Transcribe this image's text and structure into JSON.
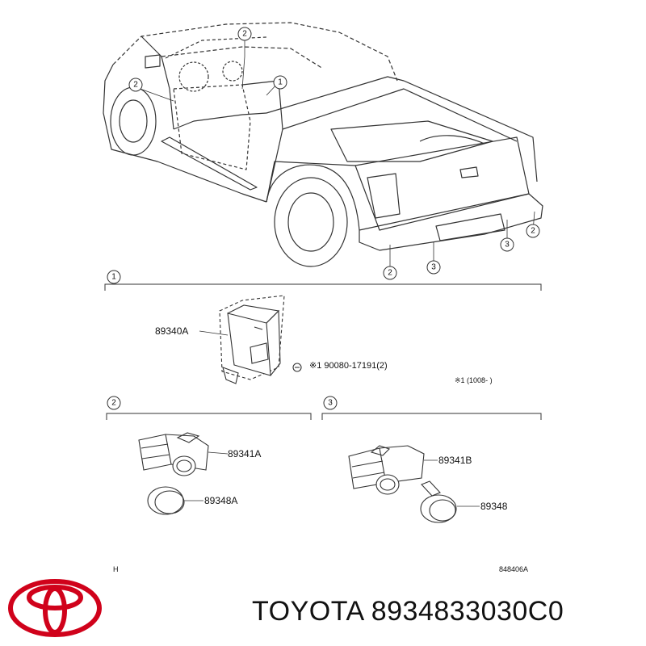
{
  "callouts": [
    "1",
    "2",
    "3"
  ],
  "sections": [
    {
      "number": "1"
    },
    {
      "number": "2"
    },
    {
      "number": "3"
    }
  ],
  "parts": {
    "computer": "89340A",
    "bolt": "※1 90080-17191(2)",
    "bolt_note": "※1 (1008-      )",
    "sensor_a": "89341A",
    "retainer_a": "89348A",
    "sensor_b": "89341B",
    "retainer_b": "89348"
  },
  "footer": {
    "left_mark": "H",
    "ref_code": "848406A"
  },
  "brand": {
    "logo": "toyota-logo-icon",
    "text": "TOYOTA 8934833030C0",
    "logo_color": "#d0021b"
  }
}
